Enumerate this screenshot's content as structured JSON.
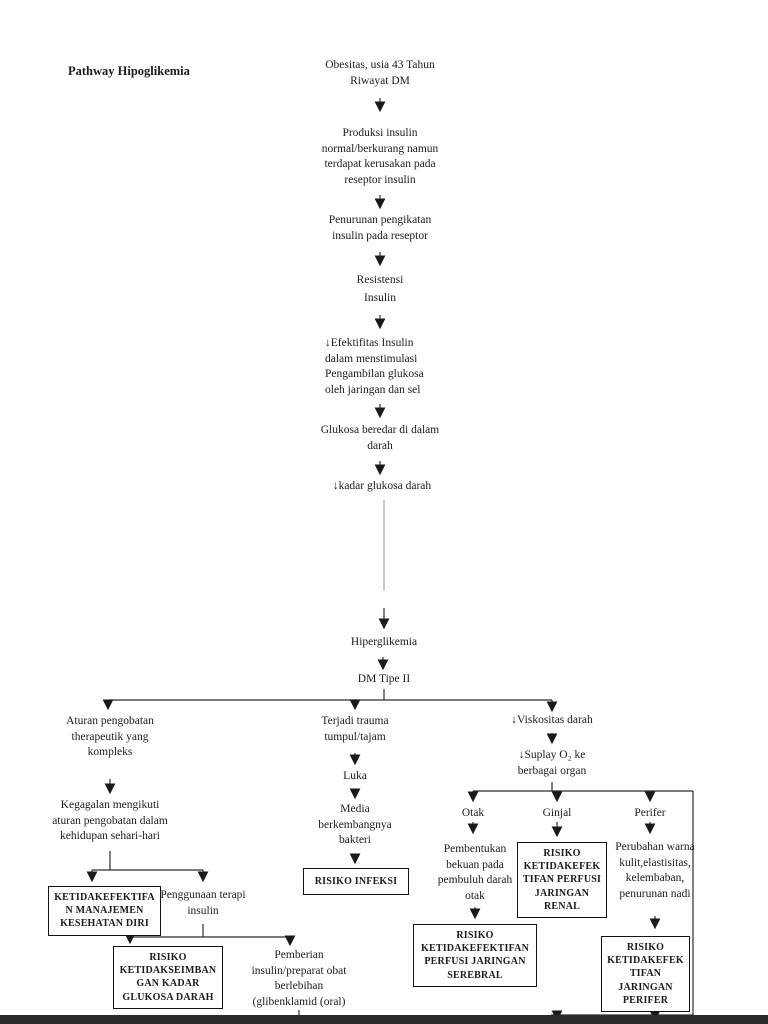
{
  "page": {
    "title": "Pathway Hipoglikemia",
    "colors": {
      "text": "#1c1c1c",
      "line": "#2e2e2e",
      "faded_line": "#9a9a9a",
      "box_border": "#141414",
      "page_bg": "#ffffff",
      "bottom_bar": "#2b2b2b"
    },
    "nodes": {
      "obesitas": "Obesitas, usia 43 Tahun\nRiwayat DM",
      "produksi": "Produksi insulin\nnormal/berkurang namun\nterdapat kerusakan pada\nreseptor insulin",
      "penurunan": "Penurunan pengikatan\ninsulin pada reseptor",
      "resistensi": "Resistensi\nInsulin",
      "efektifitas": "↓Efektifitas Insulin\ndalam menstimulasi\nPengambilan glukosa\noleh jaringan dan sel",
      "glukosa_beredar": "Glukosa beredar di dalam\ndarah",
      "kadar_glukosa": "↓kadar glukosa darah",
      "hiperglikemia": "Hiperglikemia",
      "dm_tipe2": "DM Tipe II",
      "aturan": "Aturan pengobatan\ntherapeutik yang\nkompleks",
      "kegagalan": "Kegagalan mengikuti\naturan pengobatan dalam\nkehidupan sehari-hari",
      "manajemen_box": "KETIDAKEFEKTIFA\nN MANAJEMEN\nKESEHATAN DIRI",
      "penggunaan": "Penggunaan terapi\ninsulin",
      "ketidakseimbangan_box": "RISIKO\nKETIDAKSEIMBAN\nGAN KADAR\nGLUKOSA DARAH",
      "pemberian": "Pemberian\ninsulin/preparat obat\nberlebihan\n(glibenklamid (oral)",
      "trauma": "Terjadi trauma\ntumpul/tajam",
      "luka": "Luka",
      "media": "Media\nberkembangnya\nbakteri",
      "infeksi_box": "RISIKO INFEKSI",
      "viskositas": "↓Viskositas darah",
      "suplay": "↓Suplay O₂ ke\nberbagai organ",
      "otak": "Otak",
      "ginjal": "Ginjal",
      "perifer": "Perifer",
      "pembentukan": "Pembentukan\nbekuan pada\npembuluh darah\notak",
      "serebral_box": "RISIKO\nKETIDAKEFEKTIFAN\nPERFUSI JARINGAN\nSEREBRAL",
      "renal_box": "RISIKO\nKETIDAKEFEK\nTIFAN PERFUSI\nJARINGAN\nRENAL",
      "perubahan": "Perubahan warna\nkulit,elastisitas,\nkelembaban,\npenurunan nadi",
      "perifer_box": "RISIKO\nKETIDAKEFEK\nTIFAN\nJARINGAN\nPERIFER"
    }
  }
}
